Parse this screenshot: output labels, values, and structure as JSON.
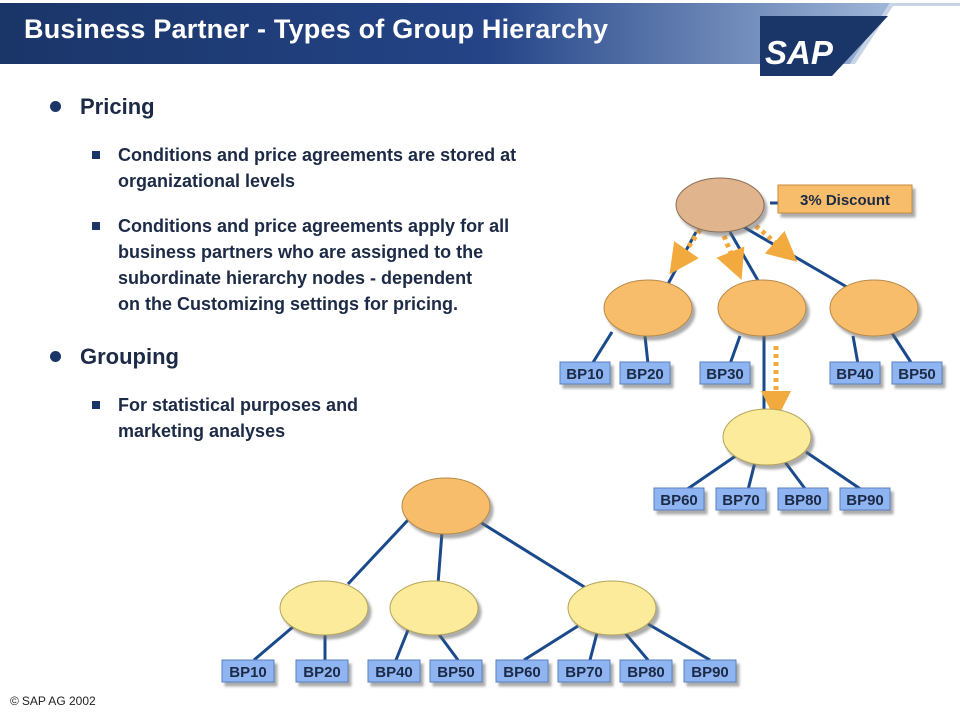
{
  "title": "Business Partner - Types of Group Hierarchy",
  "logo": "SAP",
  "sections": [
    {
      "heading": "Pricing",
      "items": [
        "Conditions and price agreements are stored at\norganizational levels",
        "Conditions and price agreements apply for all\nbusiness partners who are assigned to the\nsubordinate hierarchy nodes - dependent\non the Customizing settings for pricing."
      ]
    },
    {
      "heading": "Grouping",
      "items": [
        "For statistical purposes and\nmarketing analyses"
      ]
    }
  ],
  "pricing_tree": {
    "discount_label": "3% Discount",
    "bp_labels": [
      "BP10",
      "BP20",
      "BP30",
      "BP40",
      "BP50",
      "BP60",
      "BP70",
      "BP80",
      "BP90"
    ]
  },
  "grouping_tree": {
    "bp_labels": [
      "BP10",
      "BP20",
      "BP40",
      "BP50",
      "BP60",
      "BP70",
      "BP80",
      "BP90"
    ]
  },
  "footer": {
    "copyright_symbol": "©",
    "text": "SAP AG 2002"
  },
  "colors": {
    "title_bar": "#1a3568",
    "line": "#1a4a8c",
    "root_pricing": "#e0b48c",
    "node_mid": "#f8bd6a",
    "node_light": "#fbeb9a",
    "label_blue": "#8fb4f2",
    "arrow_orange": "#f2aa3e"
  }
}
